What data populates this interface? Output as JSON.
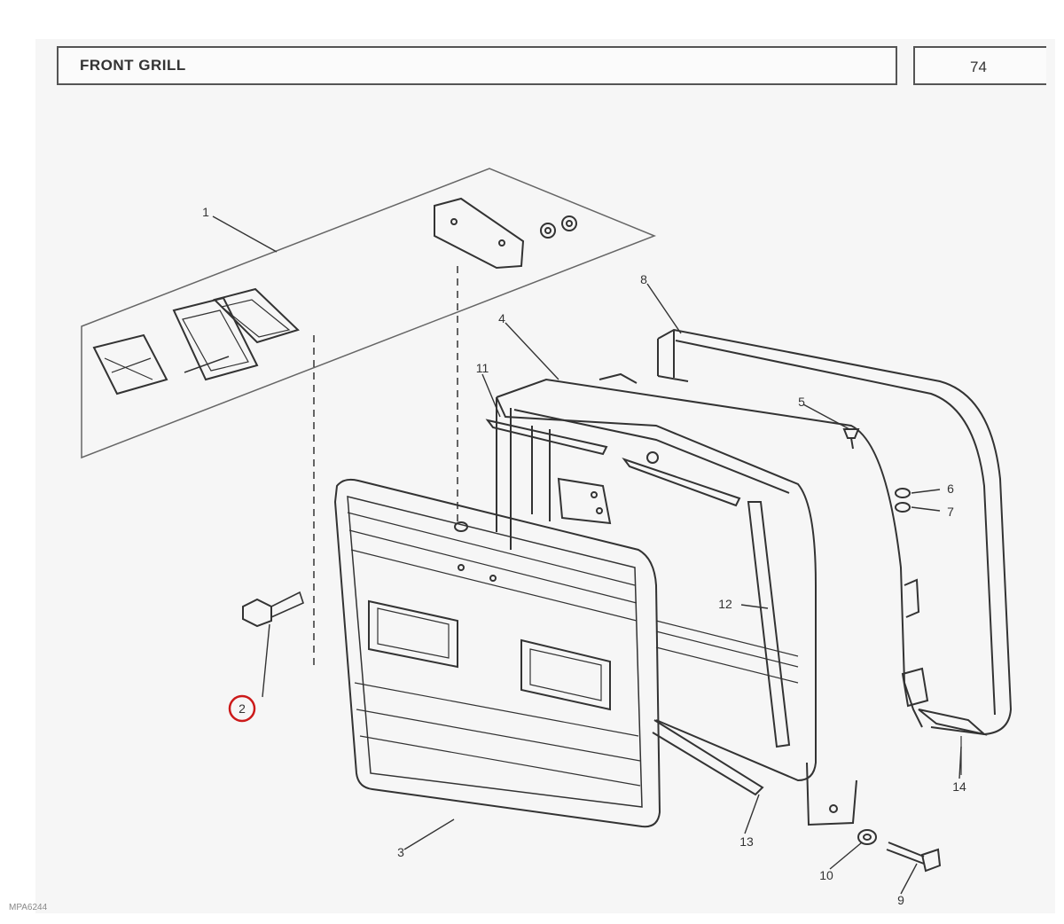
{
  "header": {
    "title": "FRONT GRILL",
    "page_number": "74"
  },
  "footer": {
    "code": "MPA6244"
  },
  "callouts": [
    "1",
    "2",
    "3",
    "4",
    "5",
    "6",
    "7",
    "8",
    "9",
    "10",
    "11",
    "12",
    "13",
    "14"
  ],
  "highlight": {
    "part": "2",
    "color": "#cc1a1a"
  }
}
